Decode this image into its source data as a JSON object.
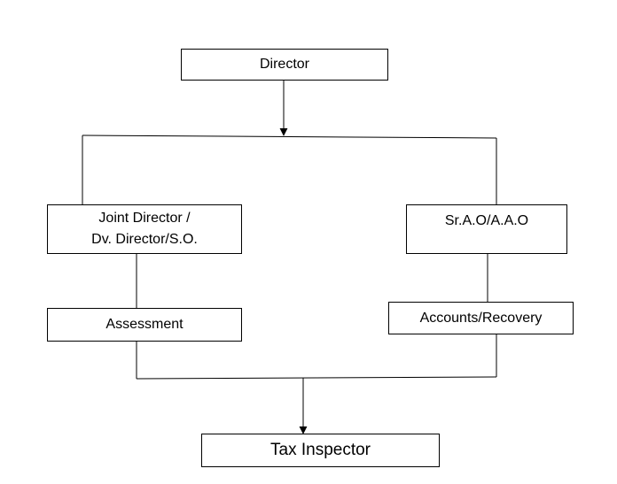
{
  "diagram": {
    "type": "organization-chart",
    "nodes": {
      "director": {
        "label": "Director"
      },
      "joint_director": {
        "line1": "Joint Director /",
        "line2": "Dv. Director/S.O."
      },
      "sr_ao": {
        "label": "Sr.A.O/A.A.O"
      },
      "assessment": {
        "label": "Assessment"
      },
      "accounts": {
        "label": "Accounts/Recovery"
      },
      "tax_inspector": {
        "label": "Tax Inspector"
      }
    },
    "edges": [
      {
        "from": "Director",
        "to": "Joint Director / Dv. Director/S.O."
      },
      {
        "from": "Director",
        "to": "Sr.A.O/A.A.O"
      },
      {
        "from": "Joint Director / Dv. Director/S.O.",
        "to": "Assessment"
      },
      {
        "from": "Sr.A.O/A.A.O",
        "to": "Accounts/Recovery"
      },
      {
        "from": "Assessment",
        "to": "Tax Inspector"
      },
      {
        "from": "Accounts/Recovery",
        "to": "Tax Inspector"
      }
    ],
    "line_color": "#000000",
    "box_border_color": "#000000",
    "background_color": "#ffffff"
  }
}
